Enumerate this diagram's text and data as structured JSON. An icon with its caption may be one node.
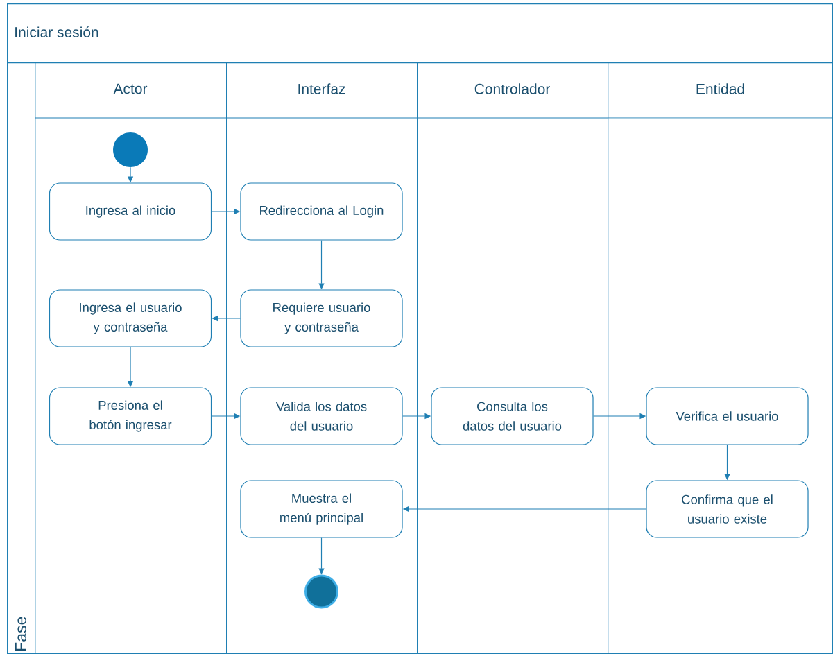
{
  "diagram": {
    "nodes": [
      {
        "text": [
          "Iniciar sesión"
        ]
      },
      {
        "text": [
          "Fase"
        ],
        "in": 0
      },
      {
        "text": [
          "Actor"
        ],
        "in": 0
      },
      {
        "text": [
          "Interfaz"
        ],
        "in": 0
      },
      {
        "text": [
          "Controlador"
        ],
        "in": 0
      },
      {
        "text": [
          "Entidad"
        ],
        "in": 0
      },
      {
        "text": [],
        "shape": "circle",
        "in": 2
      },
      {
        "text": [
          "Ingresa al inicio"
        ],
        "in": 2
      },
      {
        "text": [
          "Redirecciona al Login"
        ],
        "in": 3
      },
      {
        "text": [
          "Ingresa el usuario y contraseña"
        ],
        "in": 2
      },
      {
        "text": [
          "Requiere usuario y contraseña"
        ],
        "in": 3
      },
      {
        "text": [
          "Presiona el botón ingresar"
        ],
        "in": 2
      },
      {
        "text": [
          "Valida los datos del usuario"
        ],
        "in": 3
      },
      {
        "text": [
          "Consulta los datos del usuario"
        ],
        "in": 4
      },
      {
        "text": [
          "Verifica el usuario"
        ],
        "in": 5
      },
      {
        "text": [
          "Muestra el menú principal"
        ],
        "in": 3
      },
      {
        "text": [
          "Confirma que el usuario existe"
        ],
        "in": 5
      },
      {
        "text": [],
        "shape": "circle",
        "in": 3
      }
    ],
    "edges": [
      {
        "from": 6,
        "to": 7,
        "arrow": "to"
      },
      {
        "from": 7,
        "to": 8,
        "arrow": "to"
      },
      {
        "from": 8,
        "to": 10,
        "arrow": "to"
      },
      {
        "from": 10,
        "to": 9,
        "arrow": "to"
      },
      {
        "from": 9,
        "to": 11,
        "arrow": "to"
      },
      {
        "from": 11,
        "to": 12,
        "arrow": "to"
      },
      {
        "from": 12,
        "to": 13,
        "arrow": "to"
      },
      {
        "from": 13,
        "to": 14,
        "arrow": "to"
      },
      {
        "from": 14,
        "to": 16,
        "arrow": "to"
      },
      {
        "from": 16,
        "to": 15,
        "arrow": "to"
      },
      {
        "from": 15,
        "to": 17,
        "arrow": "to"
      }
    ]
  }
}
